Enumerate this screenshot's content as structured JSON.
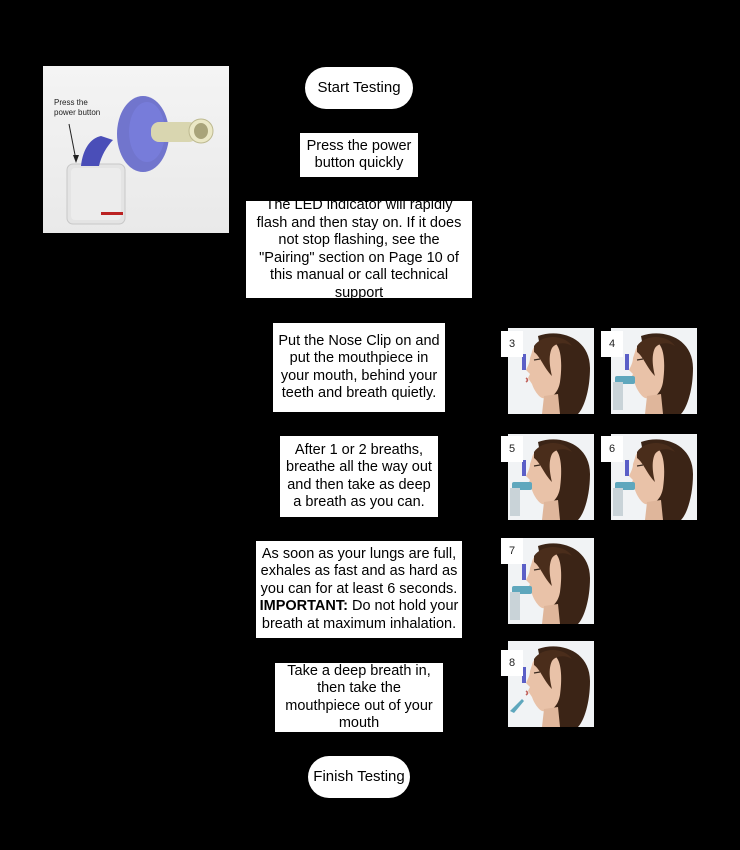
{
  "device_image": {
    "annotation_line1": "Press the",
    "annotation_line2": "power button"
  },
  "flow_steps": {
    "start": "Start Testing",
    "press_power": "Press the power button quickly",
    "led_indicator": "The LED indicator will rapidly flash and then stay on. If it does not stop flashing, see the \"Pairing\" section on Page 10 of this manual or call technical support",
    "nose_clip": "Put the Nose Clip on and put the mouthpiece in your mouth, behind your teeth and breath quietly.",
    "breathe_out": "After 1 or 2 breaths, breathe all the way out and then take as deep a breath as you can.",
    "exhale_prefix": "As soon as your lungs are full, exhales as fast and as hard as you can for at least 6 seconds.",
    "exhale_important_label": "IMPORTANT:",
    "exhale_important_text": "Do not hold your breath at maximum inhalation.",
    "remove_mouthpiece": "Take a deep breath in, then take the mouthpiece out of your mouth",
    "finish": "Finish Testing"
  },
  "step_images": [
    {
      "number": "3",
      "has_mouthpiece": false,
      "has_clip": true
    },
    {
      "number": "4",
      "has_mouthpiece": true,
      "has_clip": true
    },
    {
      "number": "5",
      "has_mouthpiece": true,
      "has_clip": true
    },
    {
      "number": "6",
      "has_mouthpiece": true,
      "has_clip": true
    },
    {
      "number": "7",
      "has_mouthpiece": true,
      "has_clip": true
    },
    {
      "number": "8",
      "has_mouthpiece": false,
      "has_clip": true
    }
  ],
  "colors": {
    "background": "#000000",
    "box_fill": "#ffffff",
    "device_purple": "#5b5fc7",
    "mouthpiece_teal": "#5fa7bd"
  }
}
